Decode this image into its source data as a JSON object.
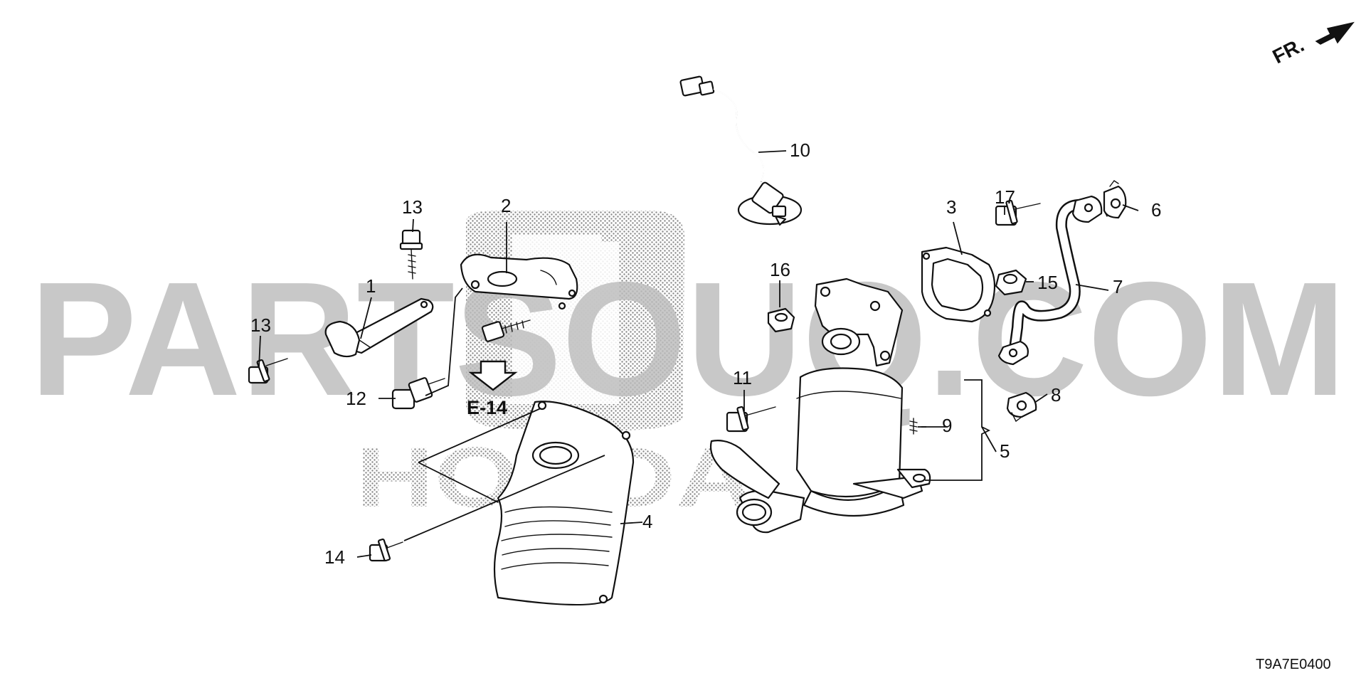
{
  "diagram": {
    "watermark": {
      "text": "PARTSOUQ.COM",
      "logo_letters": "HONDA"
    },
    "direction_indicator": {
      "label": "FR."
    },
    "reference": {
      "label": "E-14"
    },
    "diagram_code": "T9A7E0400",
    "callouts": [
      {
        "id": "c1",
        "label": "1"
      },
      {
        "id": "c2",
        "label": "2"
      },
      {
        "id": "c3",
        "label": "3"
      },
      {
        "id": "c4",
        "label": "4"
      },
      {
        "id": "c5",
        "label": "5"
      },
      {
        "id": "c6",
        "label": "6"
      },
      {
        "id": "c7",
        "label": "7"
      },
      {
        "id": "c8",
        "label": "8"
      },
      {
        "id": "c9",
        "label": "9"
      },
      {
        "id": "c10",
        "label": "10"
      },
      {
        "id": "c11",
        "label": "11"
      },
      {
        "id": "c12",
        "label": "12"
      },
      {
        "id": "c13a",
        "label": "13"
      },
      {
        "id": "c13b",
        "label": "13"
      },
      {
        "id": "c14",
        "label": "14"
      },
      {
        "id": "c15",
        "label": "15"
      },
      {
        "id": "c16",
        "label": "16"
      },
      {
        "id": "c17",
        "label": "17"
      }
    ]
  }
}
